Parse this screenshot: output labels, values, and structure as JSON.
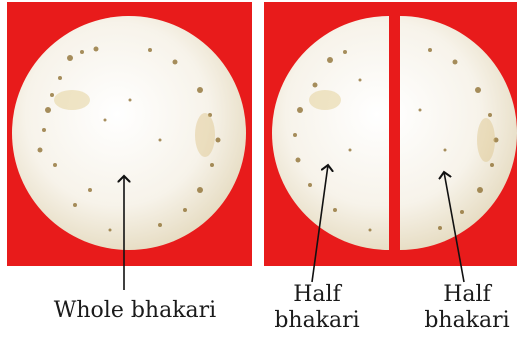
{
  "colors": {
    "background_panel": "#e81b1b",
    "bhakari": "#f6f2e8",
    "bhakari_shadow": "#e9dfc6",
    "speckle": "#8a6a2a",
    "arrow": "#111111",
    "text": "#1a1a1a"
  },
  "labels": {
    "whole": "Whole bhakari",
    "half_left_line1": "Half",
    "half_left_line2": "bhakari",
    "half_right_line1": "Half",
    "half_right_line2": "bhakari"
  }
}
